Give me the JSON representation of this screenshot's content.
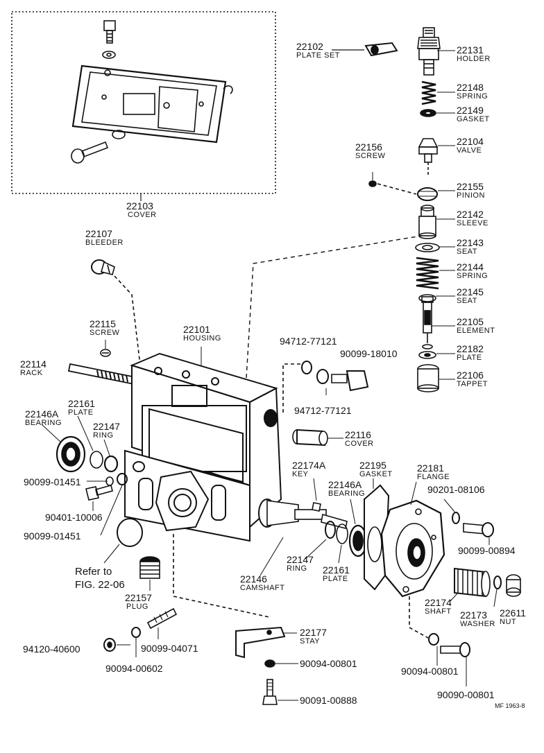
{
  "parts": {
    "cover": {
      "number": "22103",
      "name": "COVER"
    },
    "plate_set": {
      "number": "22102",
      "name": "PLATE SET"
    },
    "holder": {
      "number": "22131",
      "name": "HOLDER"
    },
    "spring_22148": {
      "number": "22148",
      "name": "SPRING"
    },
    "gasket_22149": {
      "number": "22149",
      "name": "GASKET"
    },
    "valve": {
      "number": "22104",
      "name": "VALVE"
    },
    "screw_22156": {
      "number": "22156",
      "name": "SCREW"
    },
    "pinion": {
      "number": "22155",
      "name": "PINION"
    },
    "sleeve": {
      "number": "22142",
      "name": "SLEEVE"
    },
    "seat_22143": {
      "number": "22143",
      "name": "SEAT"
    },
    "spring_22144": {
      "number": "22144",
      "name": "SPRING"
    },
    "seat_22145": {
      "number": "22145",
      "name": "SEAT"
    },
    "element": {
      "number": "22105",
      "name": "ELEMENT"
    },
    "plate_22182": {
      "number": "22182",
      "name": "PLATE"
    },
    "tappet": {
      "number": "22106",
      "name": "TAPPET"
    },
    "bleeder": {
      "number": "22107",
      "name": "BLEEDER"
    },
    "screw_22115": {
      "number": "22115",
      "name": "SCREW"
    },
    "housing": {
      "number": "22101",
      "name": "HOUSING"
    },
    "rack": {
      "number": "22114",
      "name": "RACK"
    },
    "bearing_left": {
      "number": "22146A",
      "name": "BEARING"
    },
    "plate_left": {
      "number": "22161",
      "name": "PLATE"
    },
    "ring_left": {
      "number": "22147",
      "name": "RING"
    },
    "p_9009901451_a": {
      "number": "90099-01451"
    },
    "p_9040110006": {
      "number": "90401-10006"
    },
    "p_9009901451_b": {
      "number": "90099-01451"
    },
    "p_9471277121_a": {
      "number": "94712-77121"
    },
    "p_9009918010": {
      "number": "90099-18010"
    },
    "p_9471277121_b": {
      "number": "94712-77121"
    },
    "cover_22116": {
      "number": "22116",
      "name": "COVER"
    },
    "key": {
      "number": "22174A",
      "name": "KEY"
    },
    "gasket_22195": {
      "number": "22195",
      "name": "GASKET"
    },
    "flange": {
      "number": "22181",
      "name": "FLANGE"
    },
    "bearing_right": {
      "number": "22146A",
      "name": "BEARING"
    },
    "p_9020108106": {
      "number": "90201-08106"
    },
    "p_9009900894": {
      "number": "90099-00894"
    },
    "ring_right": {
      "number": "22147",
      "name": "RING"
    },
    "plate_right": {
      "number": "22161",
      "name": "PLATE"
    },
    "camshaft": {
      "number": "22146",
      "name": "CAMSHAFT"
    },
    "shaft": {
      "number": "22174",
      "name": "SHAFT"
    },
    "washer": {
      "number": "22173",
      "name": "WASHER"
    },
    "nut": {
      "number": "22611",
      "name": "NUT"
    },
    "plug": {
      "number": "22157",
      "name": "PLUG"
    },
    "stay": {
      "number": "22177",
      "name": "STAY"
    },
    "p_9412040600": {
      "number": "94120-40600"
    },
    "p_9009904071": {
      "number": "90099-04071"
    },
    "p_9009400602": {
      "number": "90094-00602"
    },
    "p_9009400801_a": {
      "number": "90094-00801"
    },
    "p_9009100888": {
      "number": "90091-00888"
    },
    "p_9009400801_b": {
      "number": "90094-00801"
    },
    "p_9009000801": {
      "number": "90090-00801"
    }
  },
  "refer": {
    "line1": "Refer to",
    "line2": "FIG. 22-06"
  },
  "figure_code": "MF 1963-8"
}
